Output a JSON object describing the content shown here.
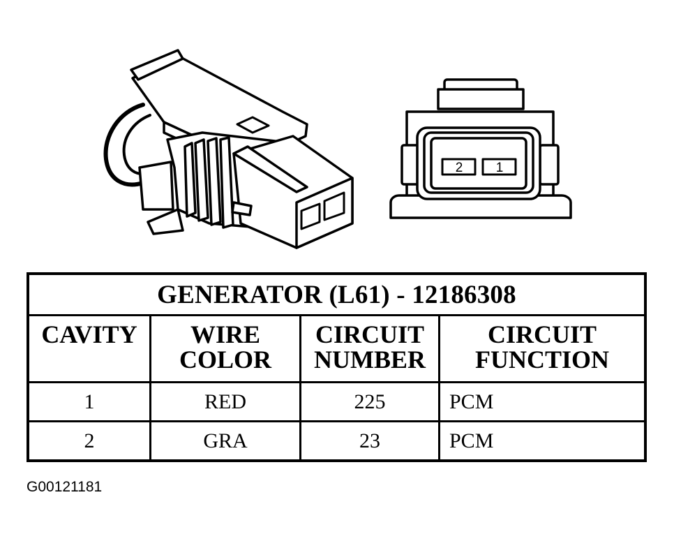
{
  "diagram": {
    "connector_face": {
      "cavity_labels": [
        "2",
        "1"
      ]
    }
  },
  "table": {
    "title": "GENERATOR (L61) - 12186308",
    "headers": [
      [
        "CAVITY"
      ],
      [
        "WIRE",
        "COLOR"
      ],
      [
        "CIRCUIT",
        "NUMBER"
      ],
      [
        "CIRCUIT",
        "FUNCTION"
      ]
    ],
    "rows": [
      {
        "cavity": "1",
        "wire_color": "RED",
        "circuit_number": "225",
        "circuit_function": "PCM"
      },
      {
        "cavity": "2",
        "wire_color": "GRA",
        "circuit_number": "23",
        "circuit_function": "PCM"
      }
    ]
  },
  "figure_id": "G00121181"
}
